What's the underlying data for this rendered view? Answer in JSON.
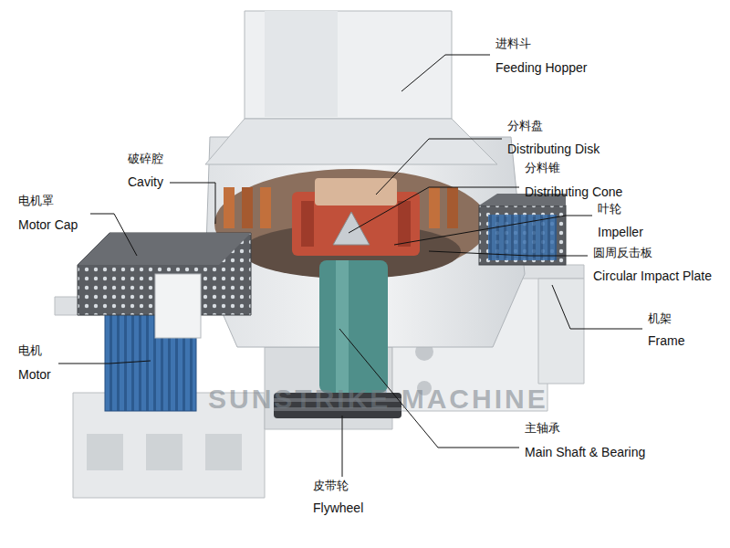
{
  "diagram": {
    "labels": [
      "进料斗",
      "Feeding Hopper",
      "分料盘",
      "Distributing Disk",
      "分料锥",
      "Distributing Cone",
      "叶轮",
      "Impeller",
      "圆周反击板",
      "Circular Impact Plate",
      "机架",
      "Frame",
      "主轴承",
      "Main Shaft & Bearing",
      "皮带轮",
      "Flywheel",
      "电机",
      "Motor",
      "电机罩",
      "Motor Cap",
      "破碎腔",
      "Cavity",
      "SUNSTRIKE MACHINE"
    ]
  }
}
